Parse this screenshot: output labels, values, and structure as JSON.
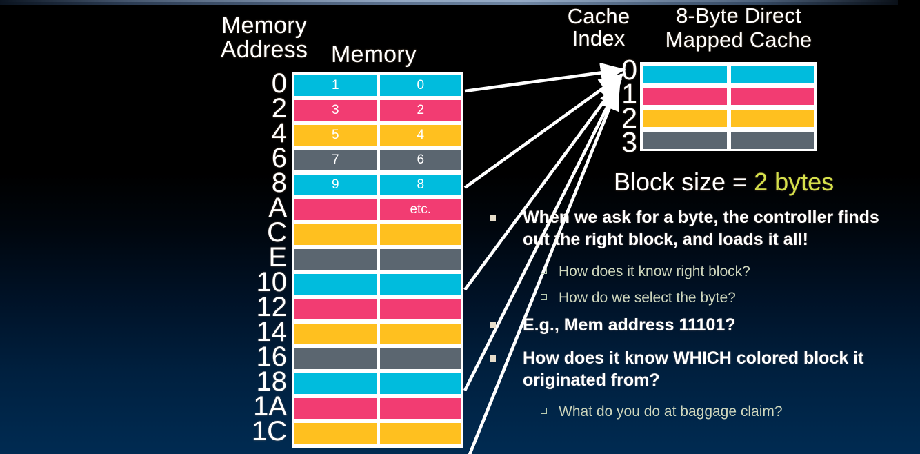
{
  "slide": {
    "background_top": "#000000",
    "background_bottom": "#002b52",
    "accent_highlight": "#d5e04b"
  },
  "labels": {
    "memory_address": "Memory\nAddress",
    "memory_address_line1": "Memory",
    "memory_address_line2": "Address",
    "memory": "Memory",
    "cache_index_line1": "Cache",
    "cache_index_line2": "Index",
    "cache_title_line1": "8-Byte Direct",
    "cache_title_line2": "Mapped Cache"
  },
  "palette": {
    "cyan": "#00bcdd",
    "pink": "#f23c72",
    "yellow": "#ffc01f",
    "gray": "#5b6670",
    "white": "#ffffff"
  },
  "memory_table": {
    "addresses": [
      "0",
      "2",
      "4",
      "6",
      "8",
      "A",
      "C",
      "E",
      "10",
      "12",
      "14",
      "16",
      "18",
      "1A",
      "1C"
    ],
    "rows": [
      {
        "color": "cyan",
        "left": "1",
        "right": "0"
      },
      {
        "color": "pink",
        "left": "3",
        "right": "2"
      },
      {
        "color": "yellow",
        "left": "5",
        "right": "4"
      },
      {
        "color": "gray",
        "left": "7",
        "right": "6"
      },
      {
        "color": "cyan",
        "left": "9",
        "right": "8"
      },
      {
        "color": "pink",
        "left": "",
        "right": "etc."
      },
      {
        "color": "yellow",
        "left": "",
        "right": ""
      },
      {
        "color": "gray",
        "left": "",
        "right": ""
      },
      {
        "color": "cyan",
        "left": "",
        "right": ""
      },
      {
        "color": "pink",
        "left": "",
        "right": ""
      },
      {
        "color": "yellow",
        "left": "",
        "right": ""
      },
      {
        "color": "gray",
        "left": "",
        "right": ""
      },
      {
        "color": "cyan",
        "left": "",
        "right": ""
      },
      {
        "color": "pink",
        "left": "",
        "right": ""
      },
      {
        "color": "yellow",
        "left": "",
        "right": ""
      }
    ]
  },
  "cache_table": {
    "indices": [
      "0",
      "1",
      "2",
      "3"
    ],
    "rows": [
      {
        "color": "cyan"
      },
      {
        "color": "pink"
      },
      {
        "color": "yellow"
      },
      {
        "color": "gray"
      }
    ]
  },
  "block_size": {
    "prefix": "Block size = ",
    "value": "2 bytes"
  },
  "bullets": [
    {
      "level": 1,
      "text": "When we ask for a byte, the controller finds out the right block, and loads it all!"
    },
    {
      "level": 2,
      "text": "How does it know right block?"
    },
    {
      "level": 2,
      "text": "How do we select the byte?"
    },
    {
      "level": 1,
      "text": "E.g., Mem address 11101?"
    },
    {
      "level": 1,
      "text": "How does it know WHICH colored block it originated from?"
    },
    {
      "level": 2,
      "text": "What do you do at baggage claim?"
    }
  ]
}
